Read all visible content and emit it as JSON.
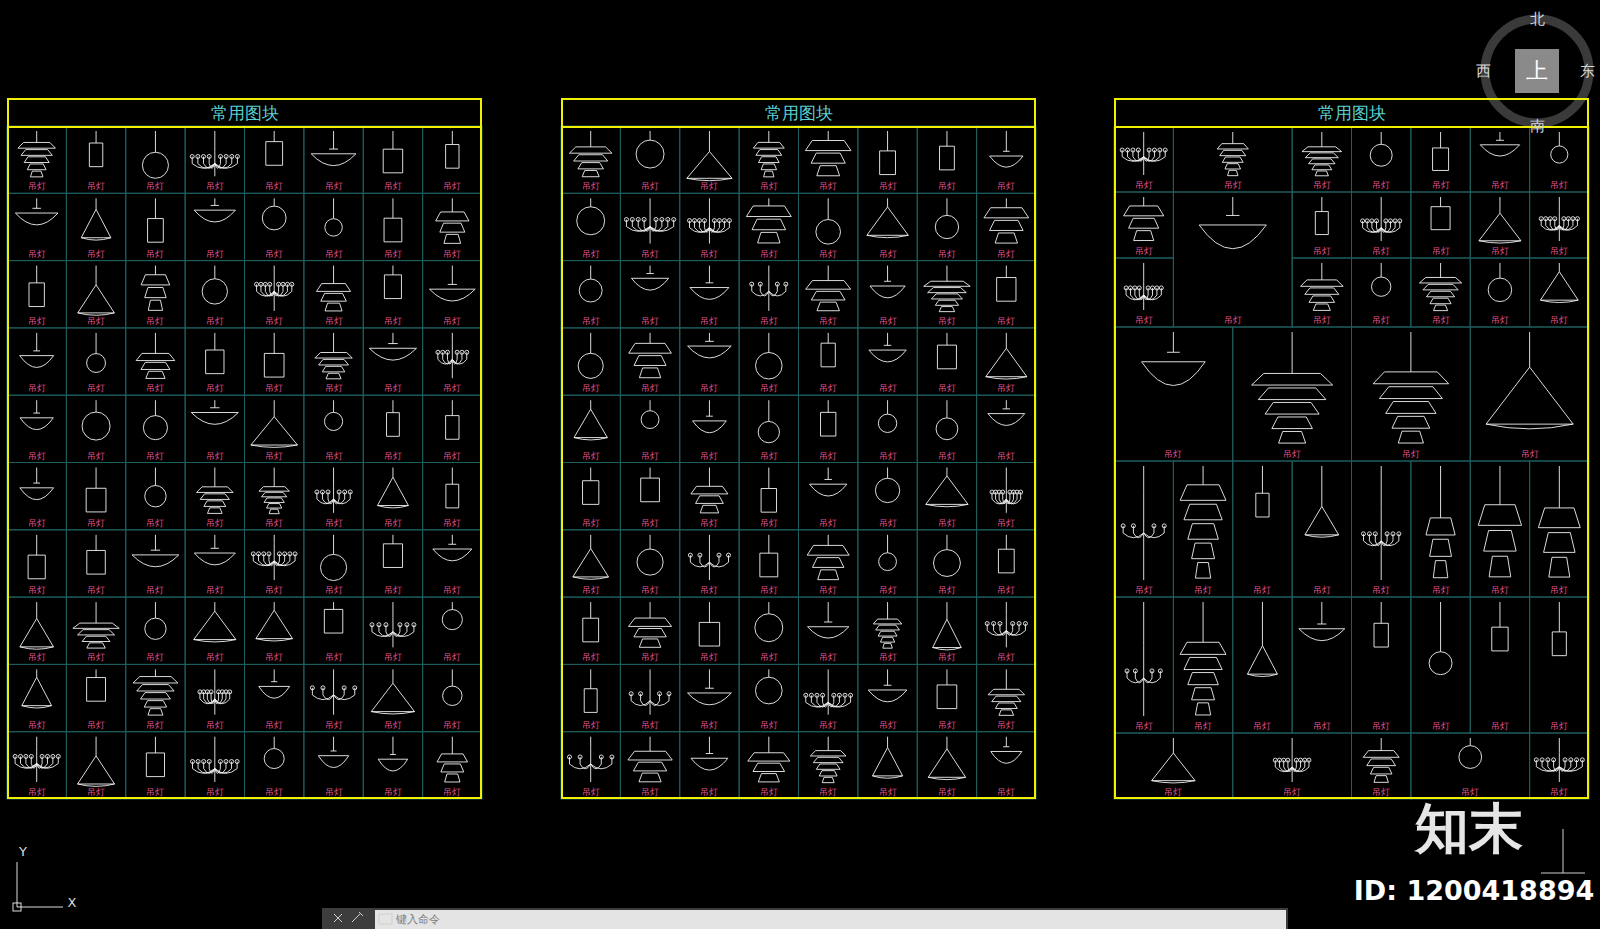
{
  "diagram": {
    "nodes": [
      {
        "text": [
          "常用图块"
        ]
      },
      {
        "text": [
          "常用图块"
        ]
      },
      {
        "text": [
          "常用图块"
        ]
      }
    ],
    "labels": [
      "吊灯",
      "吊灯",
      "吊灯",
      "吊灯",
      "吊灯",
      "吊灯",
      "吊灯",
      "吊灯",
      "吊灯",
      "吊灯",
      "吊灯",
      "吊灯",
      "吊灯",
      "吊灯",
      "吊灯",
      "吊灯",
      "吊灯",
      "吊灯",
      "吊灯",
      "吊灯",
      "吊灯",
      "吊灯",
      "吊灯",
      "吊灯",
      "吊灯",
      "吊灯",
      "吊灯",
      "吊灯",
      "吊灯",
      "吊灯",
      "吊灯",
      "吊灯",
      "吊灯",
      "吊灯",
      "吊灯",
      "吊灯",
      "吊灯",
      "吊灯",
      "吊灯",
      "吊灯",
      "吊灯",
      "吊灯",
      "吊灯",
      "吊灯",
      "吊灯",
      "吊灯",
      "吊灯",
      "吊灯",
      "吊灯",
      "吊灯",
      "吊灯",
      "吊灯",
      "吊灯",
      "吊灯",
      "吊灯",
      "吊灯",
      "吊灯",
      "吊灯",
      "吊灯",
      "吊灯",
      "吊灯",
      "吊灯",
      "吊灯",
      "吊灯",
      "吊灯",
      "吊灯",
      "吊灯",
      "吊灯",
      "吊灯",
      "吊灯",
      "吊灯",
      "吊灯",
      "吊灯",
      "吊灯",
      "吊灯",
      "吊灯",
      "吊灯",
      "吊灯",
      "吊灯",
      "吊灯",
      "吊灯",
      "吊灯",
      "吊灯",
      "吊灯",
      "吊灯",
      "吊灯",
      "吊灯",
      "吊灯",
      "吊灯",
      "吊灯",
      "吊灯",
      "吊灯",
      "吊灯",
      "吊灯",
      "吊灯",
      "吊灯",
      "吊灯",
      "吊灯",
      "吊灯",
      "吊灯",
      "吊灯",
      "吊灯",
      "吊灯",
      "吊灯",
      "吊灯",
      "吊灯",
      "吊灯",
      "吊灯",
      "吊灯",
      "吊灯",
      "吊灯",
      "吊灯",
      "吊灯",
      "吊灯",
      "吊灯",
      "吊灯",
      "吊灯",
      "吊灯",
      "吊灯",
      "吊灯",
      "吊灯",
      "吊灯",
      "吊灯",
      "吊灯",
      "吊灯",
      "吊灯",
      "吊灯",
      "吊灯",
      "吊灯",
      "吊灯",
      "吊灯",
      "吊灯",
      "吊灯",
      "吊灯",
      "吊灯",
      "吊灯",
      "吊灯",
      "吊灯",
      "吊灯",
      "吊灯",
      "吊灯",
      "吊灯",
      "吊灯",
      "吊灯",
      "吊灯",
      "吊灯",
      "吊灯",
      "吊灯",
      "吊灯",
      "吊灯",
      "吊灯",
      "吊灯",
      "吊灯",
      "吊灯",
      "吊灯",
      "吊灯",
      "吊灯",
      "吊灯",
      "吊灯",
      "吊灯",
      "吊灯",
      "吊灯",
      "吊灯",
      "吊灯",
      "吊灯",
      "吊灯",
      "吊灯",
      "吊灯",
      "吊灯",
      "吊灯",
      "吊灯",
      "吊灯",
      "吊灯",
      "吊灯",
      "吊灯",
      "吊灯",
      "吊灯",
      "吊灯",
      "吊灯",
      "吊灯",
      "吊灯",
      "吊灯",
      "吊灯",
      "吊灯",
      "吊灯",
      "吊灯",
      "吊灯",
      "吊灯",
      "吊灯",
      "吊灯",
      "吊灯",
      "吊灯",
      "吊灯",
      "吊灯",
      "吊灯",
      "吊灯",
      "吊灯",
      "吊灯",
      "吊灯",
      "吊灯",
      "吊灯",
      "吊灯",
      "吊灯",
      "吊灯",
      "吊灯",
      "北",
      "西",
      "东",
      "南",
      "上",
      "Y",
      "X",
      "键入命令",
      "知末",
      "ID: 1200418894"
    ]
  }
}
